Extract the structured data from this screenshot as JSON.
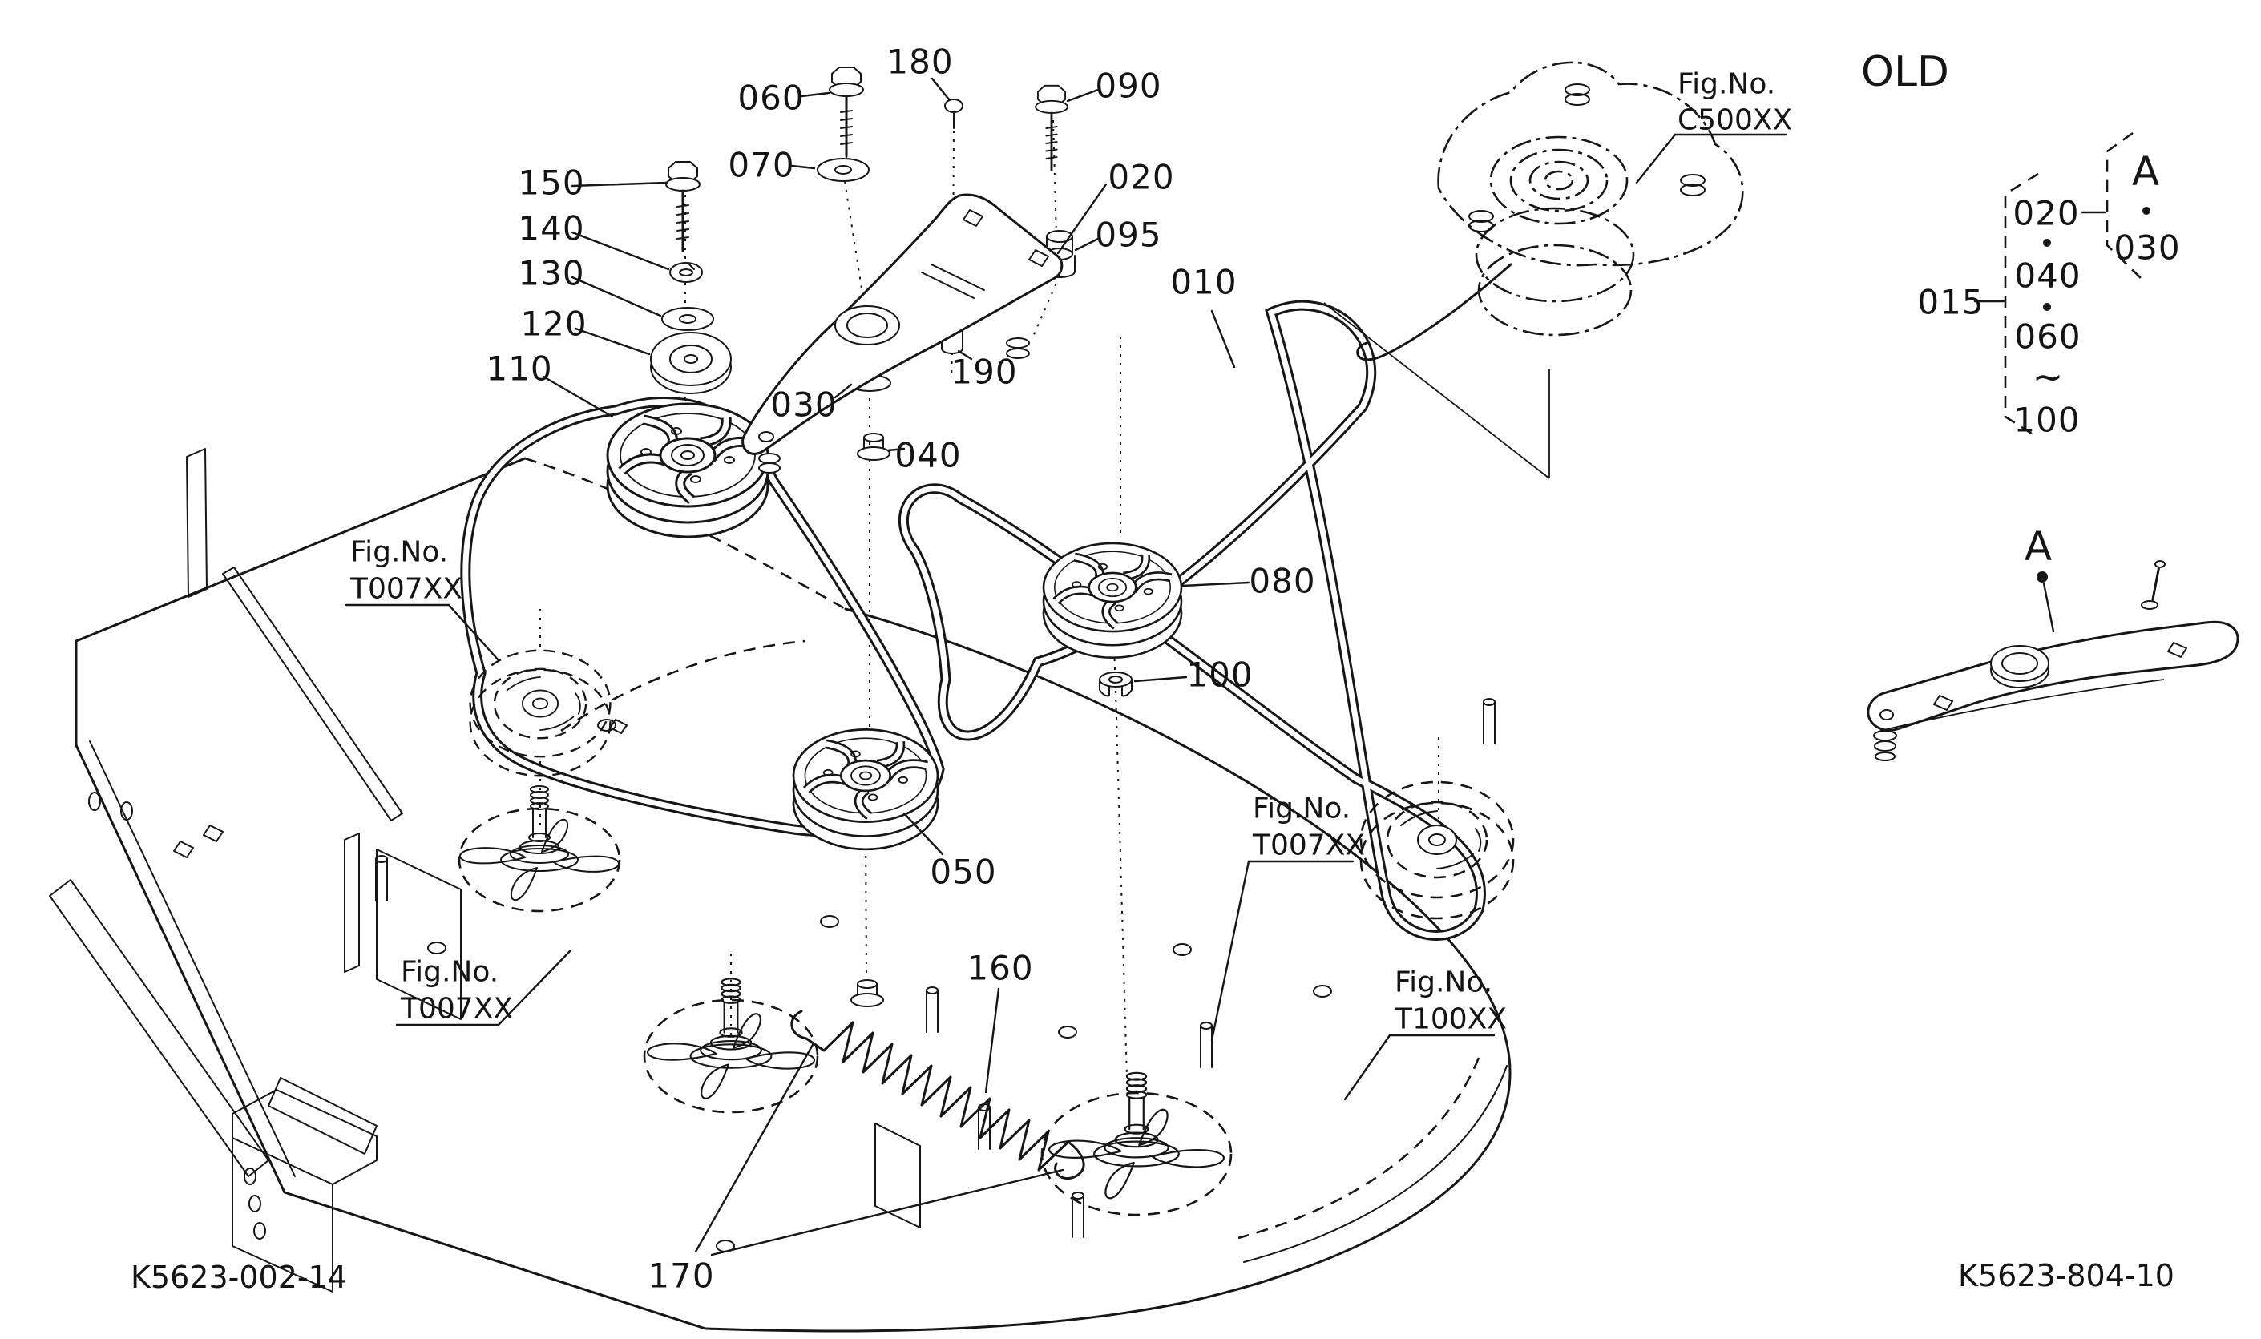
{
  "diagram": {
    "codes": {
      "bottom_left": "K5623-002-14",
      "bottom_right": "K5623-804-10"
    },
    "callouts": {
      "c010": "010",
      "c020": "020",
      "c030": "030",
      "c040": "040",
      "c050": "050",
      "c060": "060",
      "c070": "070",
      "c080": "080",
      "c090": "090",
      "c095": "095",
      "c100": "100",
      "c110": "110",
      "c120": "120",
      "c130": "130",
      "c140": "140",
      "c150": "150",
      "c160": "160",
      "c170": "170",
      "c180": "180",
      "c190": "190"
    },
    "fig_refs": {
      "prefix": "Fig.No.",
      "clutch": "C500XX",
      "spindle": "T007XX",
      "deck": "T100XX"
    },
    "old_inset": {
      "title": "OLD",
      "group": "015",
      "items": [
        "020",
        "040",
        "060",
        "~",
        "100"
      ],
      "branch_item": "030",
      "marker": "A"
    },
    "detail": {
      "marker": "A"
    }
  }
}
